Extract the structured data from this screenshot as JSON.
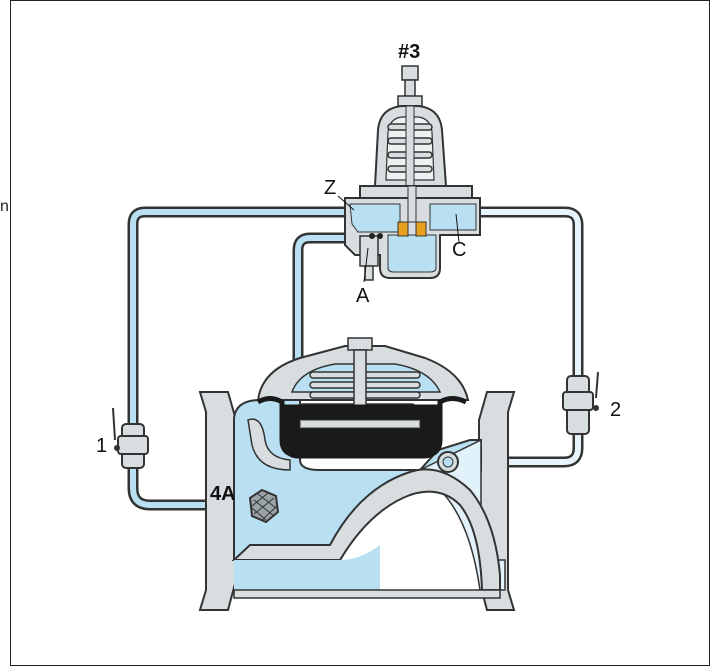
{
  "labels": {
    "pilot": "#3",
    "port_z": "Z",
    "port_a": "A",
    "port_c": "C",
    "cock_1": "1",
    "cock_2": "2",
    "strainer": "4A",
    "edge_fragment": "n"
  },
  "colors": {
    "water": "#b9e0f2",
    "metal": "#d8dde0",
    "outline": "#333333",
    "diaphragm": "#1a1a1a",
    "seat": "#e8a020"
  }
}
